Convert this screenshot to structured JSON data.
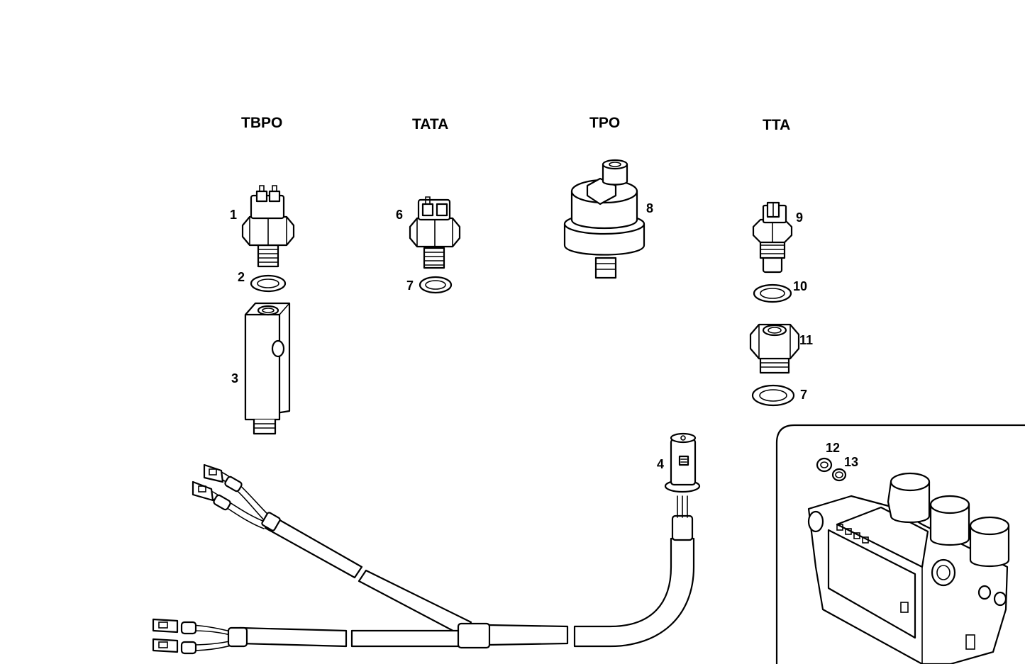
{
  "groups": {
    "tbpo": "TBPO",
    "tata": "TATA",
    "tpo": "TPO",
    "tta": "TTA"
  },
  "callouts": {
    "c1": "1",
    "c2": "2",
    "c3": "3",
    "c4": "4",
    "c6": "6",
    "c7a": "7",
    "c7b": "7",
    "c8": "8",
    "c9": "9",
    "c10": "10",
    "c11": "11",
    "c12": "12",
    "c13": "13"
  }
}
